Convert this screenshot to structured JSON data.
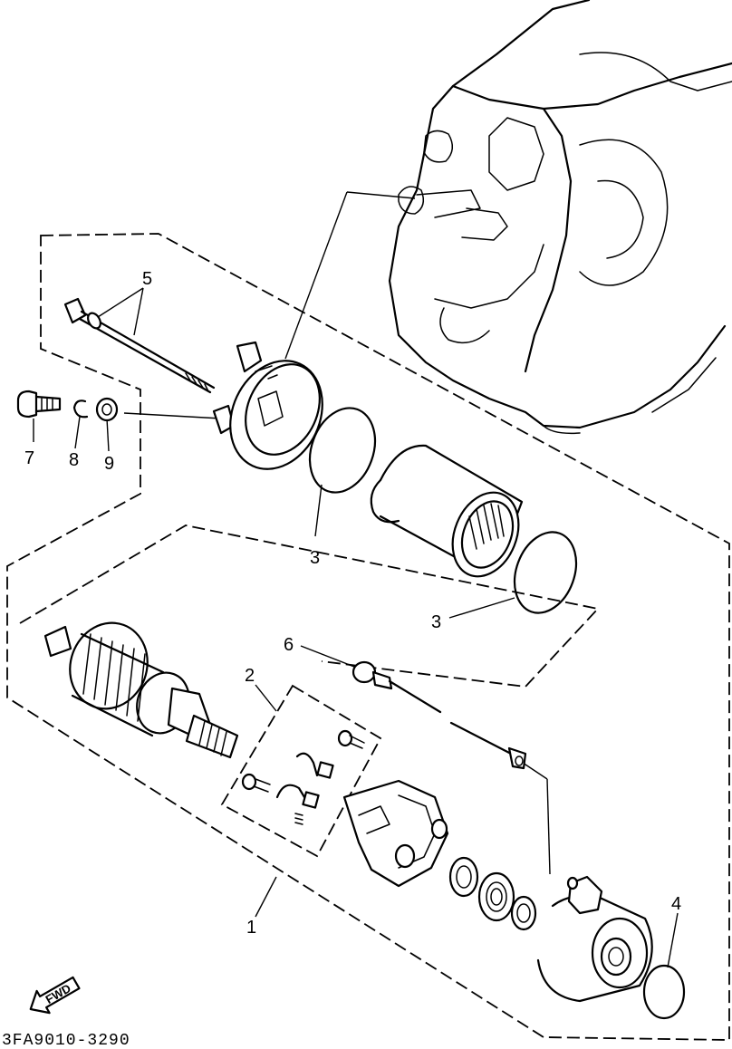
{
  "callouts": {
    "c1": "1",
    "c2": "2",
    "c3a": "3",
    "c3b": "3",
    "c4": "4",
    "c5": "5",
    "c6": "6",
    "c7": "7",
    "c8": "8",
    "c9": "9"
  },
  "direction_marker": "FWD",
  "diagram_code": "3FA9010-3290"
}
